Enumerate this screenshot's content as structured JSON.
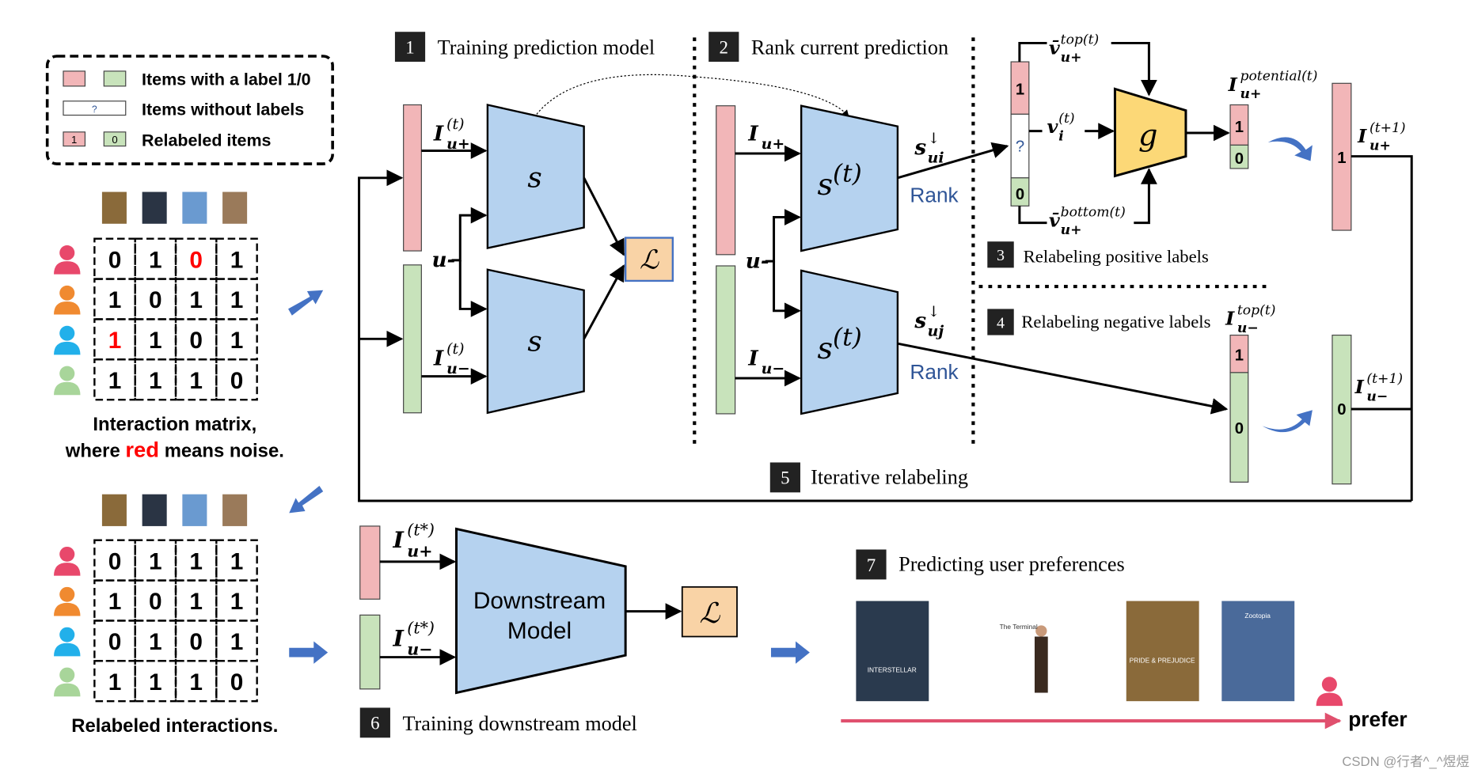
{
  "colors": {
    "pink": "#f2b6b8",
    "green": "#c8e3bb",
    "blue_box": "#b5d2ef",
    "yellow": "#fcd877",
    "orange": "#f9d3a6",
    "accent_blue": "#2f5597",
    "arrow_blue": "#4472c4",
    "noise_red": "#ff0000",
    "prefer_line": "#e0506e",
    "users": [
      "#e8486b",
      "#f08a30",
      "#22b0ea",
      "#a8d59a"
    ]
  },
  "legend": {
    "labeled": "Items with a label 1/0",
    "unlabeled": "Items without labels",
    "unlabeled_mark": "?",
    "relabeled": "Relabeled items",
    "relabeled_one": "1",
    "relabeled_zero": "0"
  },
  "matrix1": {
    "rows": [
      [
        "0",
        "1",
        "0",
        "1"
      ],
      [
        "1",
        "0",
        "1",
        "1"
      ],
      [
        "1",
        "1",
        "0",
        "1"
      ],
      [
        "1",
        "1",
        "1",
        "0"
      ]
    ],
    "noise": [
      [
        0,
        2
      ],
      [
        2,
        0
      ]
    ],
    "caption_line1": "Interaction matrix,",
    "caption_pre": "where ",
    "caption_red": "red",
    "caption_post": " means noise."
  },
  "matrix2": {
    "rows": [
      [
        "0",
        "1",
        "1",
        "1"
      ],
      [
        "1",
        "0",
        "1",
        "1"
      ],
      [
        "0",
        "1",
        "0",
        "1"
      ],
      [
        "1",
        "1",
        "1",
        "0"
      ]
    ],
    "caption": "Relabeled interactions."
  },
  "steps": [
    {
      "num": "1",
      "label": "Training prediction model"
    },
    {
      "num": "2",
      "label": "Rank current prediction"
    },
    {
      "num": "3",
      "label": "Relabeling positive labels"
    },
    {
      "num": "4",
      "label": "Relabeling negative labels"
    },
    {
      "num": "5",
      "label": "Iterative relabeling"
    },
    {
      "num": "6",
      "label": "Training downstream model"
    },
    {
      "num": "7",
      "label": "Predicting user preferences"
    }
  ],
  "blocks": {
    "s": "s",
    "st": "s",
    "st_sup": "(t)",
    "loss": "ℒ",
    "g": "g",
    "downstream_line1": "Downstream",
    "downstream_line2": "Model",
    "rank": "Rank",
    "u_minus": "u-"
  },
  "math": {
    "I_pos_t": {
      "m": "I",
      "sup": "(t)",
      "sub": "u+"
    },
    "I_neg_t": {
      "m": "I",
      "sup": "(t)",
      "sub": "u−"
    },
    "I_pos": {
      "m": "I",
      "sup": "",
      "sub": "u+"
    },
    "I_neg": {
      "m": "I",
      "sup": "",
      "sub": "u−"
    },
    "s_ui": {
      "m": "s",
      "sup": "↓",
      "sub": "ui"
    },
    "s_uj": {
      "m": "s",
      "sup": "↓",
      "sub": "uj"
    },
    "v_top": {
      "m": "v̄",
      "sup": "top(t)",
      "sub": "u+"
    },
    "v_i": {
      "m": "v",
      "sup": "(t)",
      "sub": "i"
    },
    "v_bottom": {
      "m": "v̄",
      "sup": "bottom(t)",
      "sub": "u+"
    },
    "I_potential": {
      "m": "I",
      "sup": "potential(t)",
      "sub": "u+"
    },
    "I_pos_next": {
      "m": "I",
      "sup": "(t+1)",
      "sub": "u+"
    },
    "I_neg_top": {
      "m": "I",
      "sup": "top(t)",
      "sub": "u−"
    },
    "I_neg_next": {
      "m": "I",
      "sup": "(t+1)",
      "sub": "u−"
    },
    "I_pos_star": {
      "m": "I",
      "sup": "(t*)",
      "sub": "u+"
    },
    "I_neg_star": {
      "m": "I",
      "sup": "(t*)",
      "sub": "u−"
    }
  },
  "bars": {
    "one": "1",
    "zero": "0",
    "unknown": "?"
  },
  "posters_small": [
    "movie-poster-1",
    "movie-poster-2",
    "movie-poster-3",
    "movie-poster-4"
  ],
  "posters_big": [
    {
      "name": "INTERSTELLAR",
      "color": "#2a3a4e"
    },
    {
      "name": "The Terminal",
      "color": "#ffffff"
    },
    {
      "name": "PRIDE & PREJUDICE",
      "color": "#8a6a3a"
    },
    {
      "name": "Zootopia",
      "color": "#4a6a9a"
    }
  ],
  "prefer": "prefer",
  "watermark": "CSDN @行者^_^煜煜"
}
